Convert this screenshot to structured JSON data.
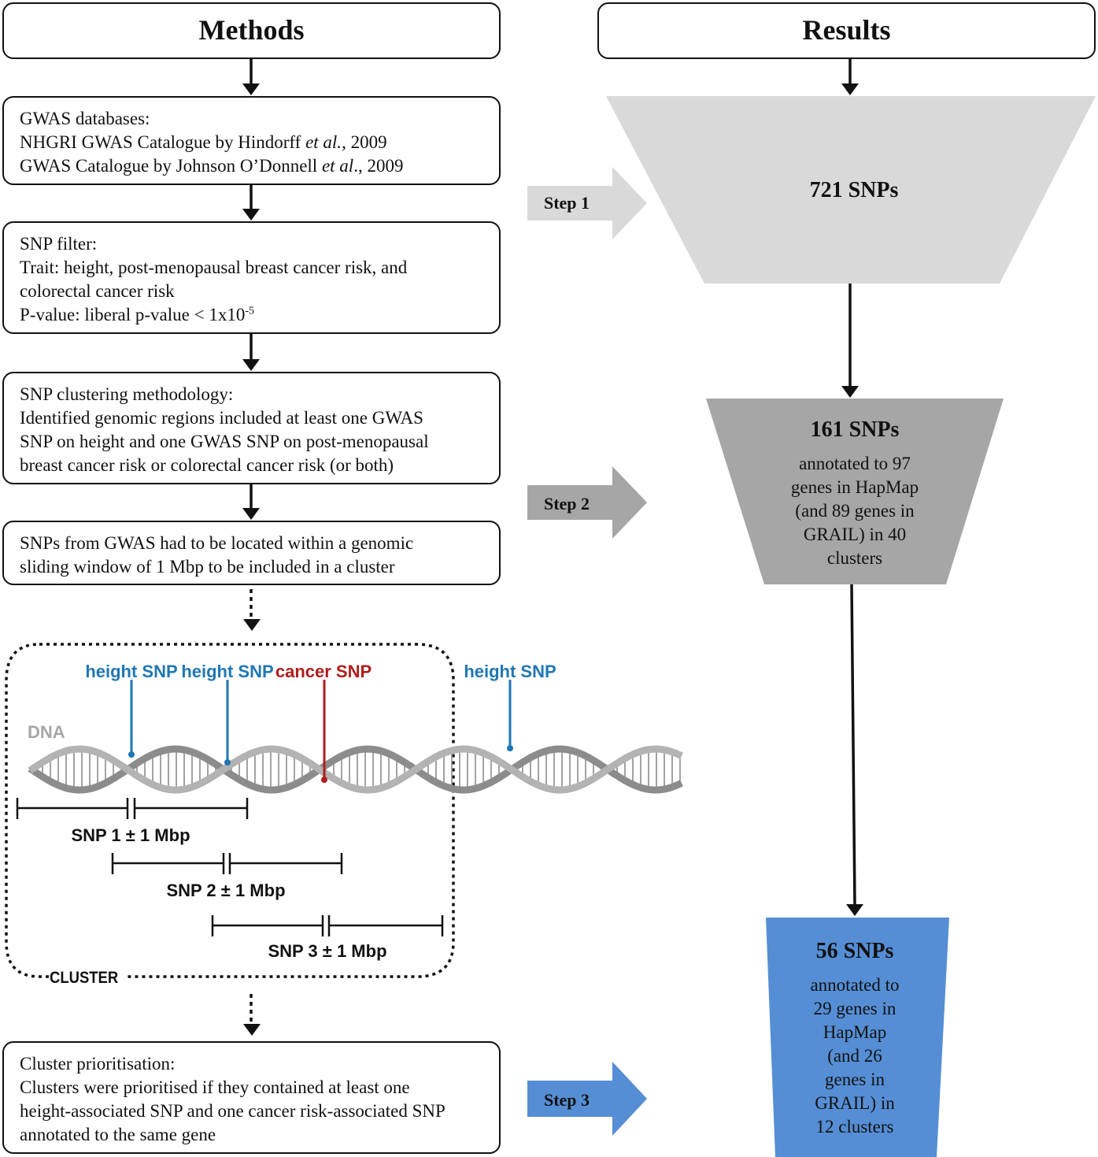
{
  "headers": {
    "methods": "Methods",
    "results": "Results"
  },
  "box1": {
    "line1": "GWAS databases:",
    "line2_pre": "NHGRI GWAS Catalogue by Hindorff ",
    "line2_em": "et al.",
    "line2_post": ", 2009",
    "line3_pre": "GWAS Catalogue by Johnson O’Donnell ",
    "line3_em": "et al",
    "line3_post": "., 2009"
  },
  "box2": {
    "line1": "SNP filter:",
    "line2": "Trait: height, post-menopausal breast cancer risk, and",
    "line3": "colorectal cancer risk",
    "line4_pre": "P-value: liberal p-value < 1x10",
    "line4_sup": "-5"
  },
  "box3": {
    "line1": "SNP clustering methodology:",
    "line2": "Identified genomic regions included at least one GWAS",
    "line3": "SNP on height and one GWAS SNP on post-menopausal",
    "line4": "breast cancer risk or colorectal cancer risk (or both)"
  },
  "box4": {
    "line1": "SNPs from GWAS had to be located within a genomic",
    "line2": "sliding window of 1 Mbp to be included in a cluster"
  },
  "box5": {
    "line1": "Cluster prioritisation:",
    "line2": "Clusters were prioritised if they contained at least one",
    "line3": "height-associated SNP and one cancer risk-associated SNP",
    "line4": "annotated to the same gene"
  },
  "steps": {
    "step1": "Step 1",
    "step2": "Step 2",
    "step3": "Step 3"
  },
  "funnel1": {
    "title": "721 SNPs"
  },
  "funnel2": {
    "title": "161 SNPs",
    "lines": [
      "annotated to 97",
      "genes in HapMap",
      "(and 89 genes in",
      "GRAIL) in 40",
      "clusters"
    ]
  },
  "funnel3": {
    "title": "56 SNPs",
    "lines": [
      "annotated to",
      "29 genes in",
      "HapMap",
      "(and 26",
      "genes in",
      "GRAIL) in",
      "12 clusters"
    ]
  },
  "dna": {
    "dna_label": "DNA",
    "snp_labels": [
      "height SNP",
      "height SNP",
      "cancer SNP",
      "height SNP"
    ],
    "window_labels": [
      "SNP 1 ± 1 Mbp",
      "SNP 2 ± 1 Mbp",
      "SNP 3 ± 1 Mbp"
    ],
    "cluster_label": "CLUSTER"
  },
  "colors": {
    "funnel1": "#d9d9d9",
    "funnel2": "#a6a6a6",
    "funnel3": "#558ed5",
    "height_snp": "#1f77b4",
    "cancer_snp": "#b01c1c",
    "dna_strand": "#8c8c8c"
  }
}
